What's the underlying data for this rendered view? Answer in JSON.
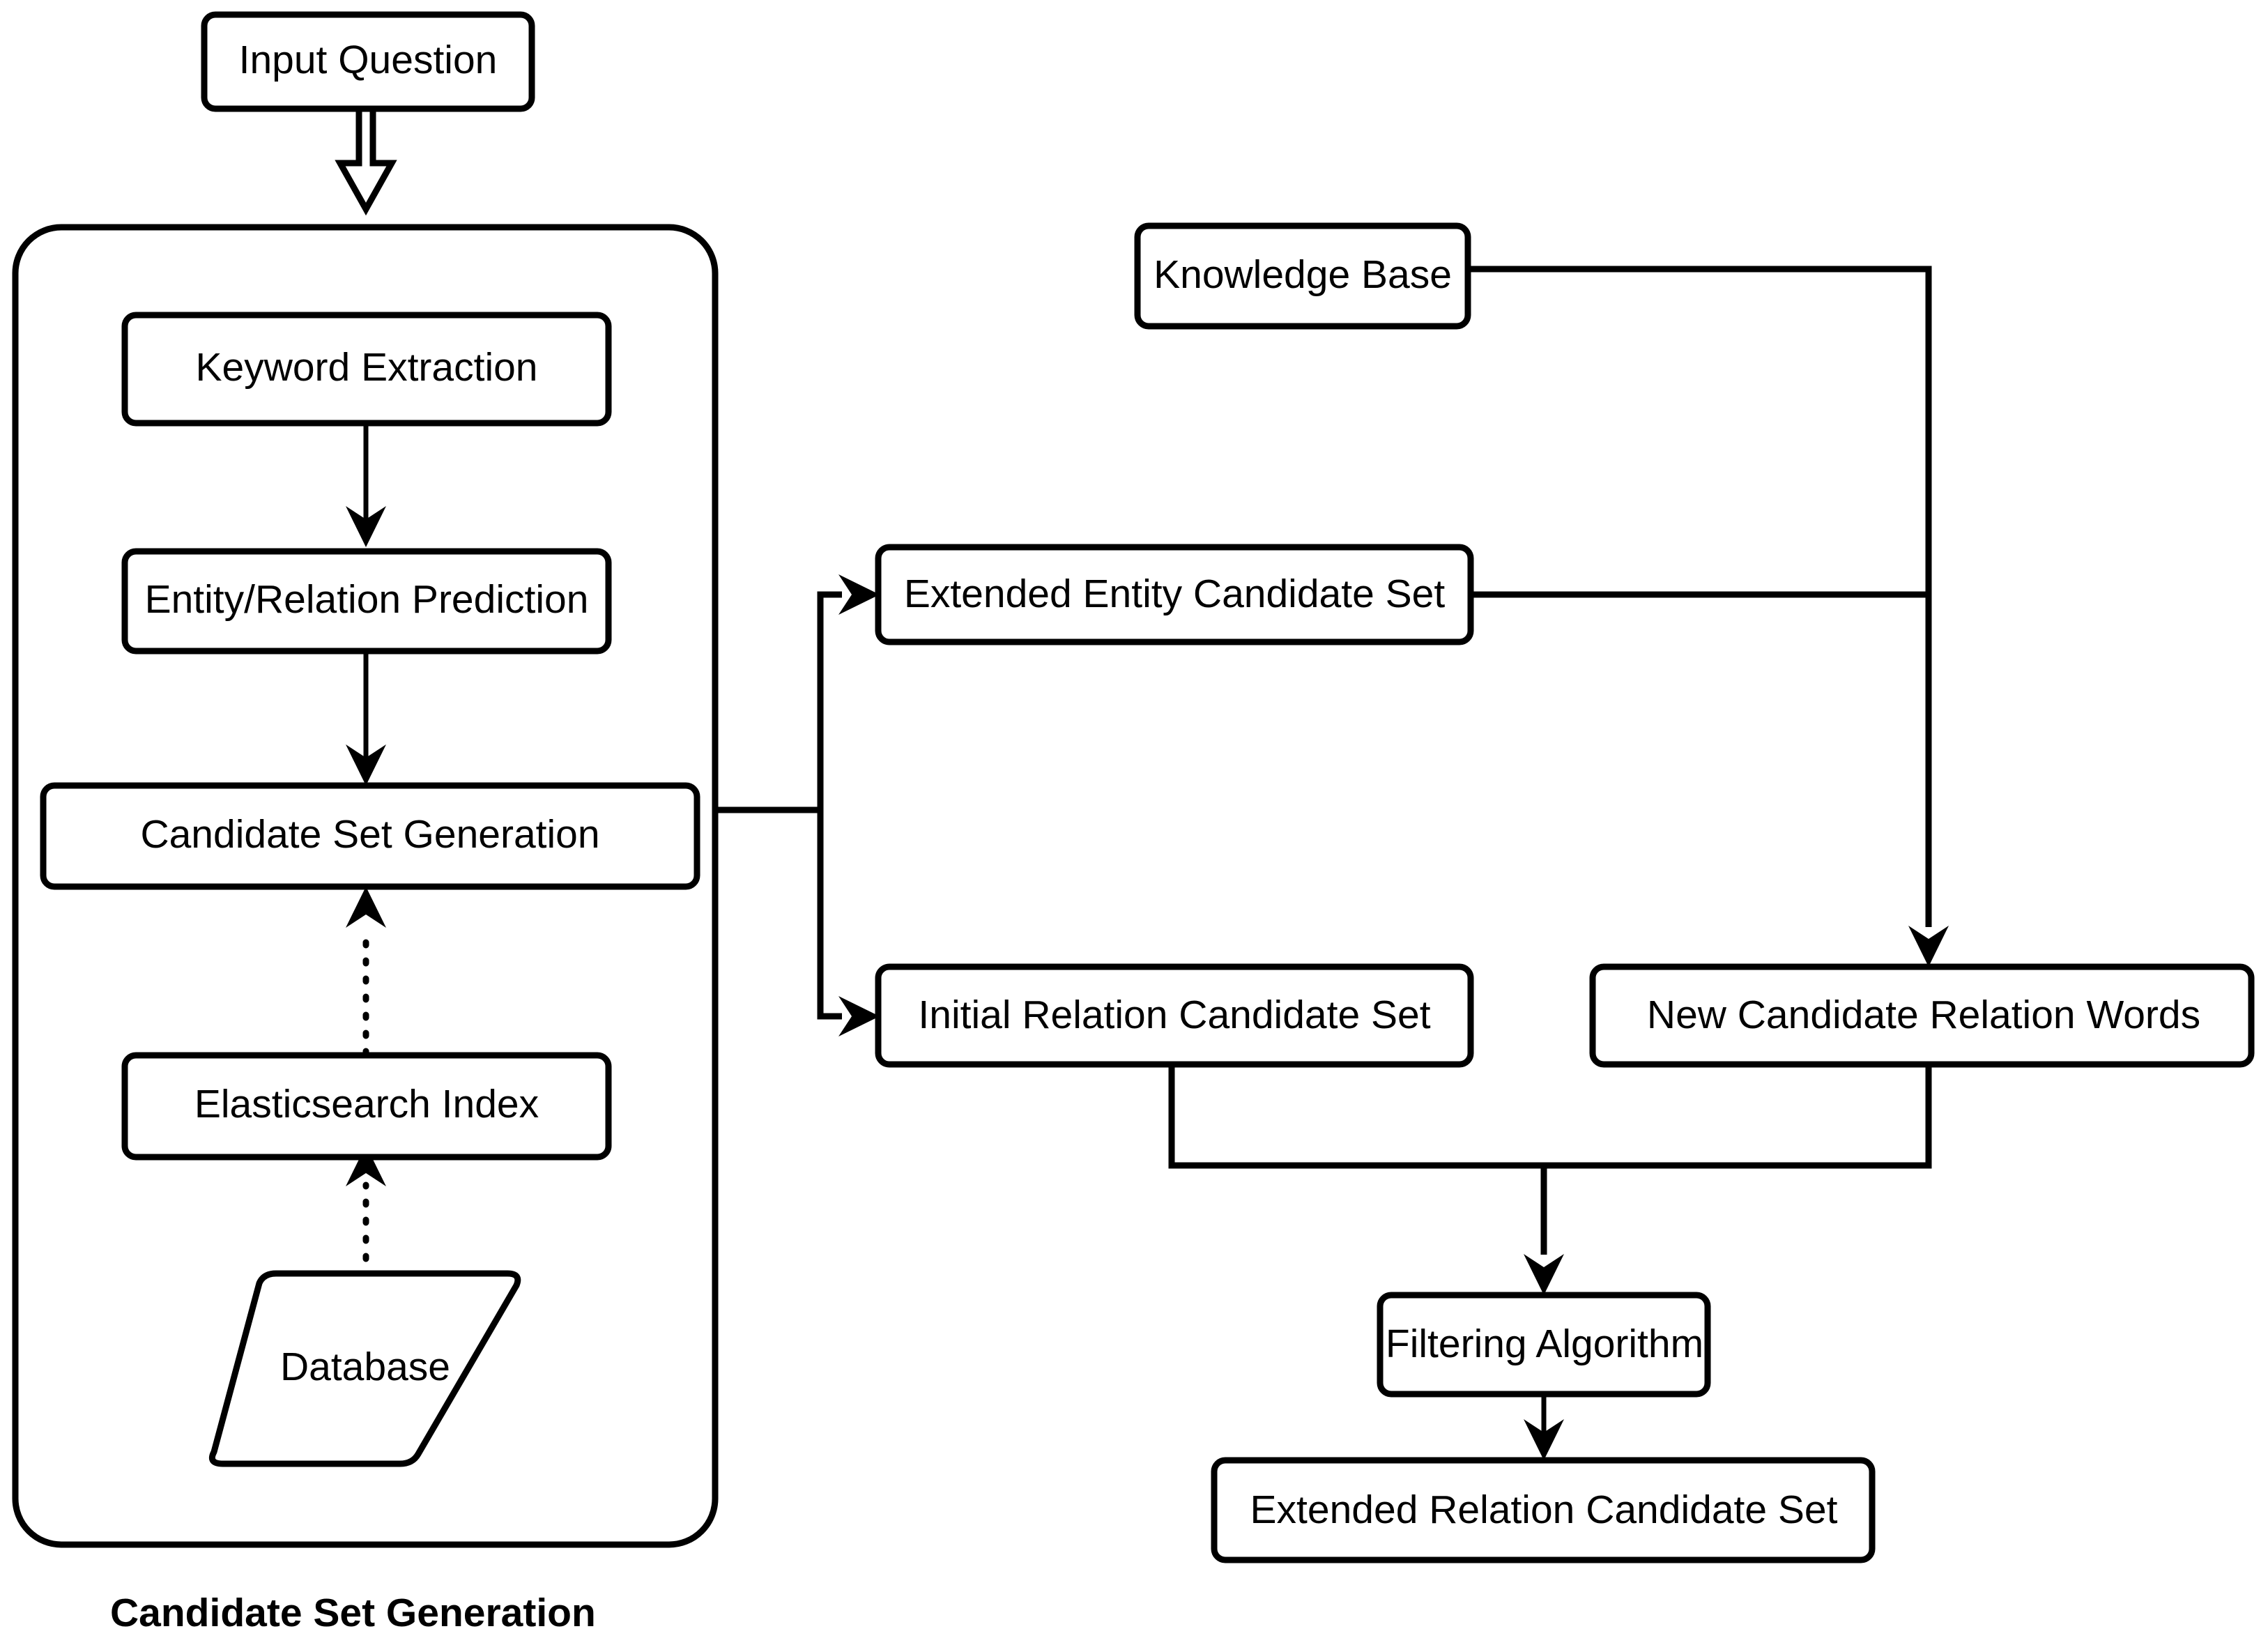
{
  "diagram": {
    "title_caption": "Candidate Set Generation",
    "background_color": "#ffffff",
    "line_color": "#000000",
    "nodes": {
      "input_question": {
        "label": "Input Question",
        "shape": "rounded-rect"
      },
      "keyword_extraction": {
        "label": "Keyword Extraction",
        "shape": "rounded-rect"
      },
      "entity_relation_prediction": {
        "label": "Entity/Relation Prediction",
        "shape": "rounded-rect"
      },
      "candidate_set_generation": {
        "label": "Candidate Set Generation",
        "shape": "rounded-rect"
      },
      "elasticsearch_index": {
        "label": "Elasticsearch Index",
        "shape": "rounded-rect"
      },
      "database": {
        "label": "Database",
        "shape": "parallelogram"
      },
      "knowledge_base": {
        "label": "Knowledge Base",
        "shape": "rounded-rect"
      },
      "extended_entity_candidate_set": {
        "label": "Extended Entity Candidate Set",
        "shape": "rounded-rect"
      },
      "initial_relation_candidate_set": {
        "label": "Initial Relation Candidate Set",
        "shape": "rounded-rect"
      },
      "new_candidate_relation_words": {
        "label": "New Candidate Relation Words",
        "shape": "rounded-rect"
      },
      "filtering_algorithm": {
        "label": "Filtering Algorithm",
        "shape": "rounded-rect"
      },
      "extended_relation_candidate_set": {
        "label": "Extended Relation Candidate Set",
        "shape": "rounded-rect"
      }
    },
    "group": {
      "caption": "Candidate Set Generation",
      "contains": [
        "keyword_extraction",
        "entity_relation_prediction",
        "candidate_set_generation",
        "elasticsearch_index",
        "database"
      ]
    },
    "edges": [
      {
        "from": "input_question",
        "to": "candidate_set_generation_group",
        "style": "hollow-arrow"
      },
      {
        "from": "keyword_extraction",
        "to": "entity_relation_prediction",
        "style": "solid-arrow"
      },
      {
        "from": "entity_relation_prediction",
        "to": "candidate_set_generation",
        "style": "solid-arrow"
      },
      {
        "from": "elasticsearch_index",
        "to": "candidate_set_generation",
        "style": "dotted-arrow"
      },
      {
        "from": "database",
        "to": "elasticsearch_index",
        "style": "dotted-arrow"
      },
      {
        "from": "candidate_set_generation_group",
        "to": "extended_entity_candidate_set",
        "style": "solid-arrow"
      },
      {
        "from": "candidate_set_generation_group",
        "to": "initial_relation_candidate_set",
        "style": "solid-arrow"
      },
      {
        "from": "knowledge_base",
        "to": "new_candidate_relation_words",
        "style": "solid-arrow"
      },
      {
        "from": "extended_entity_candidate_set",
        "to": "new_candidate_relation_words",
        "style": "solid-line"
      },
      {
        "from": "initial_relation_candidate_set",
        "to": "filtering_algorithm",
        "style": "solid-arrow"
      },
      {
        "from": "new_candidate_relation_words",
        "to": "filtering_algorithm",
        "style": "solid-arrow"
      },
      {
        "from": "filtering_algorithm",
        "to": "extended_relation_candidate_set",
        "style": "solid-arrow"
      }
    ]
  }
}
